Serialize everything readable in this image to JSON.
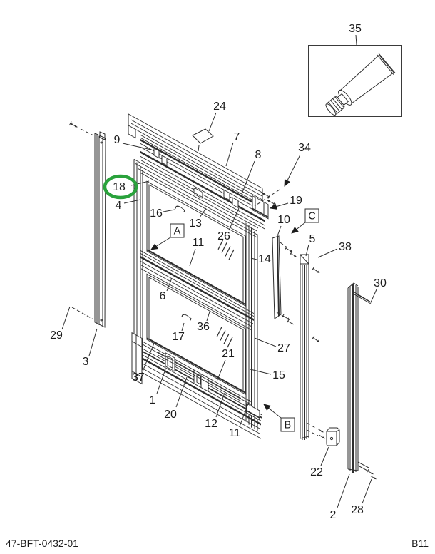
{
  "highlight": {
    "color": "#2AA23C",
    "circled_item": "18"
  },
  "footer": {
    "left": "47-BFT-0432-01",
    "right": "B11"
  },
  "callouts": {
    "n35": "35",
    "n24": "24",
    "n9": "9",
    "n7": "7",
    "n8": "8",
    "n34": "34",
    "n19": "19",
    "n18": "18",
    "n4": "4",
    "n16": "16",
    "n13": "13",
    "n26": "26",
    "n14": "14",
    "n10": "10",
    "n5": "5",
    "n38": "38",
    "n30": "30",
    "boxA": "A",
    "boxB": "B",
    "boxC": "C",
    "n11_upper": "11",
    "n6": "6",
    "n36": "36",
    "n17": "17",
    "n29": "29",
    "n3": "3",
    "n27": "27",
    "n21": "21",
    "n15": "15",
    "n37": "37",
    "n1": "1",
    "n20": "20",
    "n12": "12",
    "n11_lower": "11",
    "n22": "22",
    "n2": "2",
    "n28": "28"
  }
}
